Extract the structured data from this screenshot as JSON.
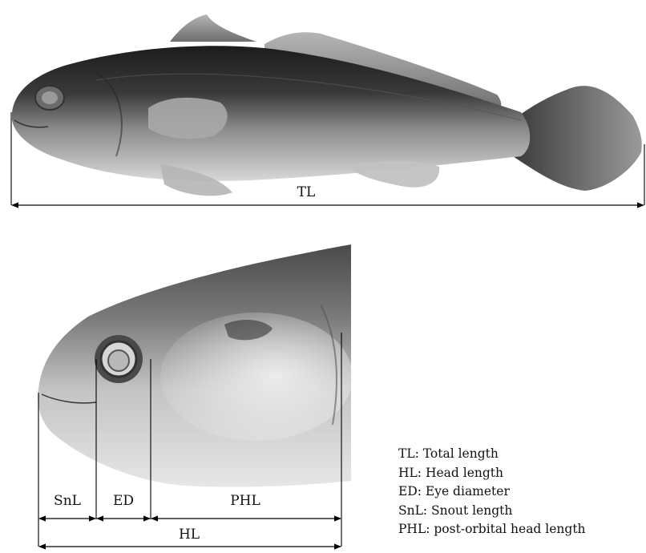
{
  "measurements": {
    "total": "TL",
    "head": "HL",
    "snout": "SnL",
    "eye": "ED",
    "post_orbital": "PHL"
  },
  "legend": [
    "TL: Total length",
    "HL: Head length",
    "ED: Eye diameter",
    "SnL: Snout length",
    "PHL: post-orbital head length"
  ],
  "colors": {
    "fish_back": "#2b2b2b",
    "fish_belly": "#bdbdbd",
    "fin": "#8a8a8a",
    "line": "#000000"
  }
}
